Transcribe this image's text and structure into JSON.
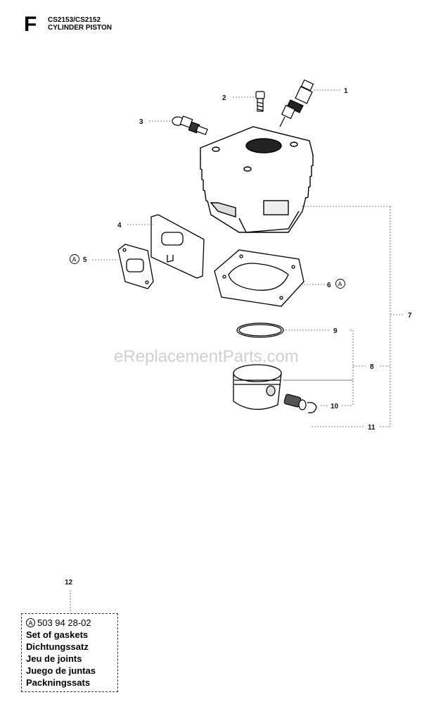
{
  "header": {
    "section_letter": "F",
    "model_line": "CS2153/CS2152",
    "title": "CYLINDER PISTON"
  },
  "watermark": "eReplacementParts.com",
  "callouts": [
    {
      "id": "1",
      "label": "1"
    },
    {
      "id": "2",
      "label": "2"
    },
    {
      "id": "3",
      "label": "3"
    },
    {
      "id": "4",
      "label": "4"
    },
    {
      "id": "5",
      "label": "5",
      "marker": "A"
    },
    {
      "id": "6",
      "label": "6",
      "marker": "A"
    },
    {
      "id": "7",
      "label": "7"
    },
    {
      "id": "8",
      "label": "8"
    },
    {
      "id": "9",
      "label": "9"
    },
    {
      "id": "10",
      "label": "10"
    },
    {
      "id": "11",
      "label": "11"
    },
    {
      "id": "12",
      "label": "12"
    }
  ],
  "kit": {
    "marker": "A",
    "part_number": "503 94 28-02",
    "names": [
      "Set of gaskets",
      "Dichtungssatz",
      "Jeu de joints",
      "Juego de juntas",
      "Packningssats"
    ]
  }
}
